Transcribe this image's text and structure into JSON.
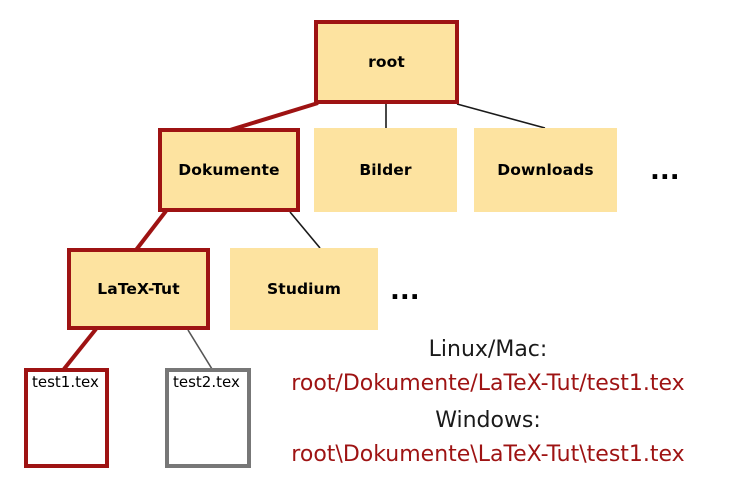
{
  "colors": {
    "node_fill": "#fde3a0",
    "highlight_border": "#9e1313",
    "plain_edge": "#1a1a1a",
    "grey_border": "#777777",
    "path_text": "#9e1313",
    "label_text": "#1a1a1a",
    "background": "#ffffff"
  },
  "tree": {
    "root": {
      "label": "root"
    },
    "level2": [
      {
        "label": "Dokumente"
      },
      {
        "label": "Bilder"
      },
      {
        "label": "Downloads"
      }
    ],
    "level2_more": "...",
    "level3": [
      {
        "label": "LaTeX-Tut"
      },
      {
        "label": "Studium"
      }
    ],
    "level3_more": "...",
    "files": [
      {
        "label": "test1.tex"
      },
      {
        "label": "test2.tex"
      }
    ]
  },
  "legend": {
    "linux_label": "Linux/Mac:",
    "linux_path": "root/Dokumente/LaTeX-Tut/test1.tex",
    "windows_label": "Windows:",
    "windows_path": "root\\Dokumente\\LaTeX-Tut\\test1.tex"
  }
}
